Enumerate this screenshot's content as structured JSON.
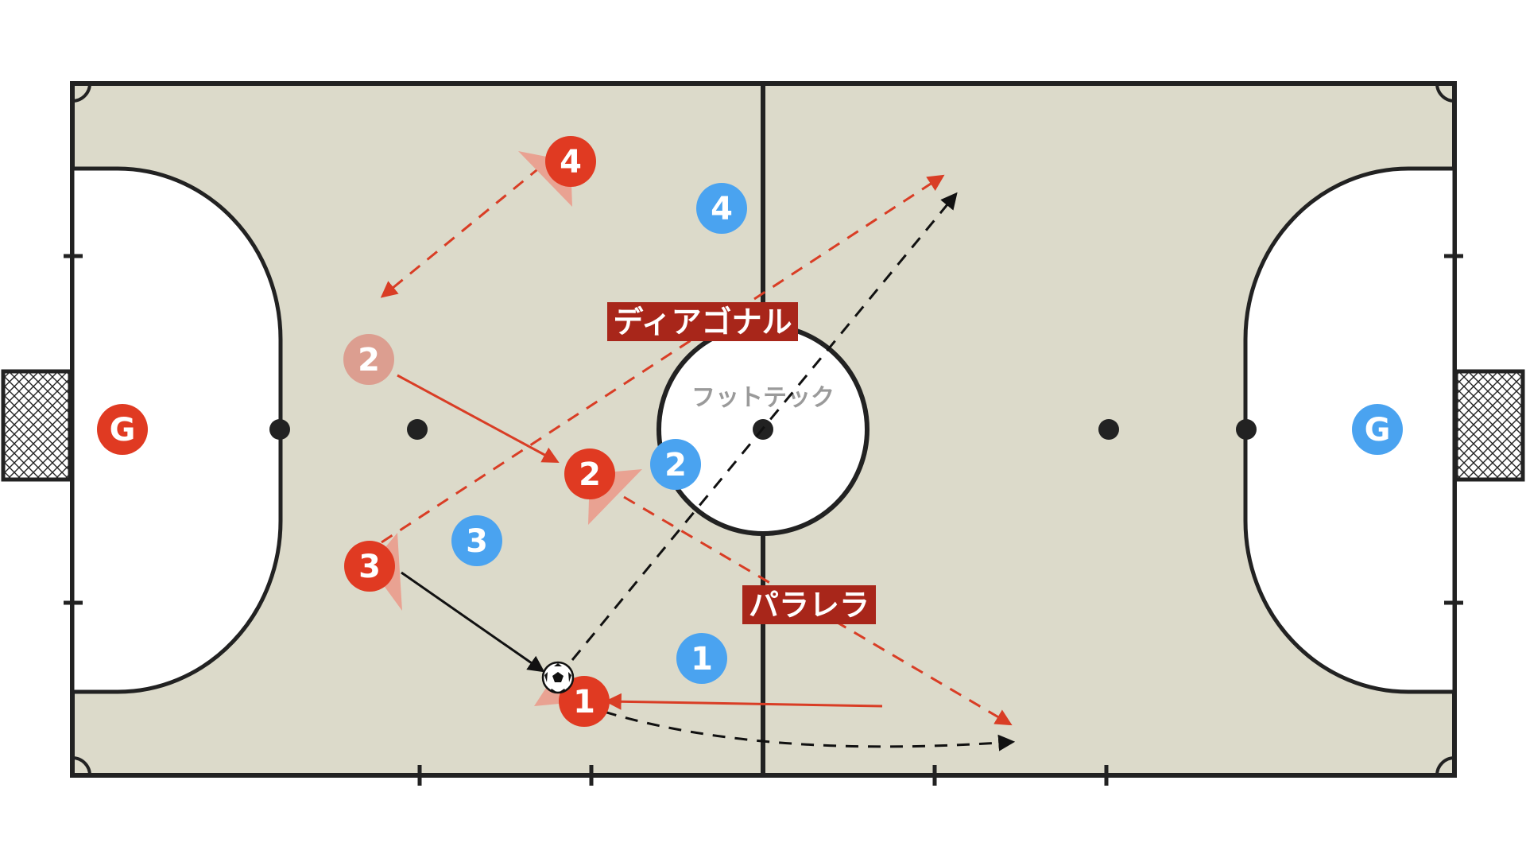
{
  "labels": {
    "center_circle": "フットテック",
    "diagonal": "ディアゴナル",
    "parallel": "パラレラ"
  },
  "players": {
    "red_goalkeeper": "G",
    "red_1": "1",
    "red_2": "2",
    "red_2_ghost": "2",
    "red_3": "3",
    "red_4": "4",
    "blue_goalkeeper": "G",
    "blue_1": "1",
    "blue_2": "2",
    "blue_3": "3",
    "blue_4": "4"
  },
  "icons": {
    "ball": "soccer-ball-icon",
    "goal": "goal-net-icon"
  },
  "colors": {
    "court": "#dcdaca",
    "lines": "#222222",
    "red_team": "#e03a22",
    "red_team_ghost": "#dc9e90",
    "blue_team": "#4aa3f0",
    "label_background": "#a8261a",
    "red_arrow": "#d93d25",
    "black_arrow": "#111111",
    "center_label": "#9a9a9a"
  }
}
